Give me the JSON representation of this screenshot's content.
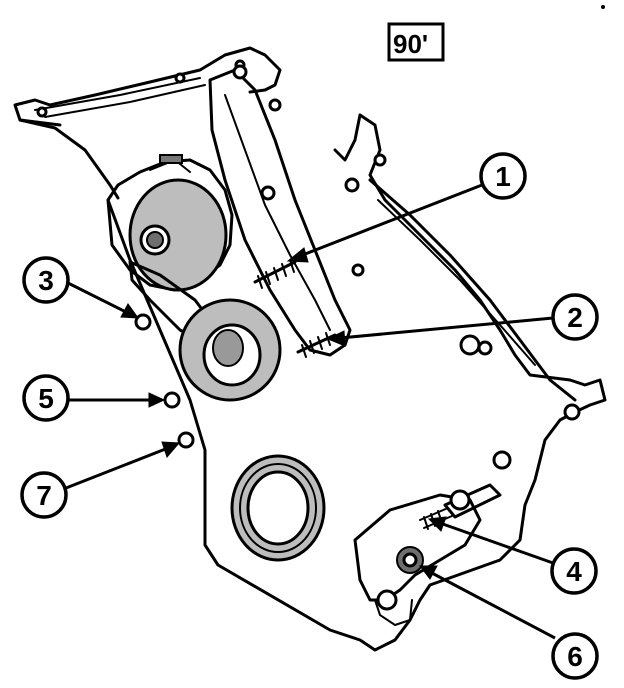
{
  "figure_code": "90'",
  "callouts": [
    {
      "number": "1"
    },
    {
      "number": "2"
    },
    {
      "number": "3"
    },
    {
      "number": "4"
    },
    {
      "number": "5"
    },
    {
      "number": "6"
    },
    {
      "number": "7"
    }
  ]
}
